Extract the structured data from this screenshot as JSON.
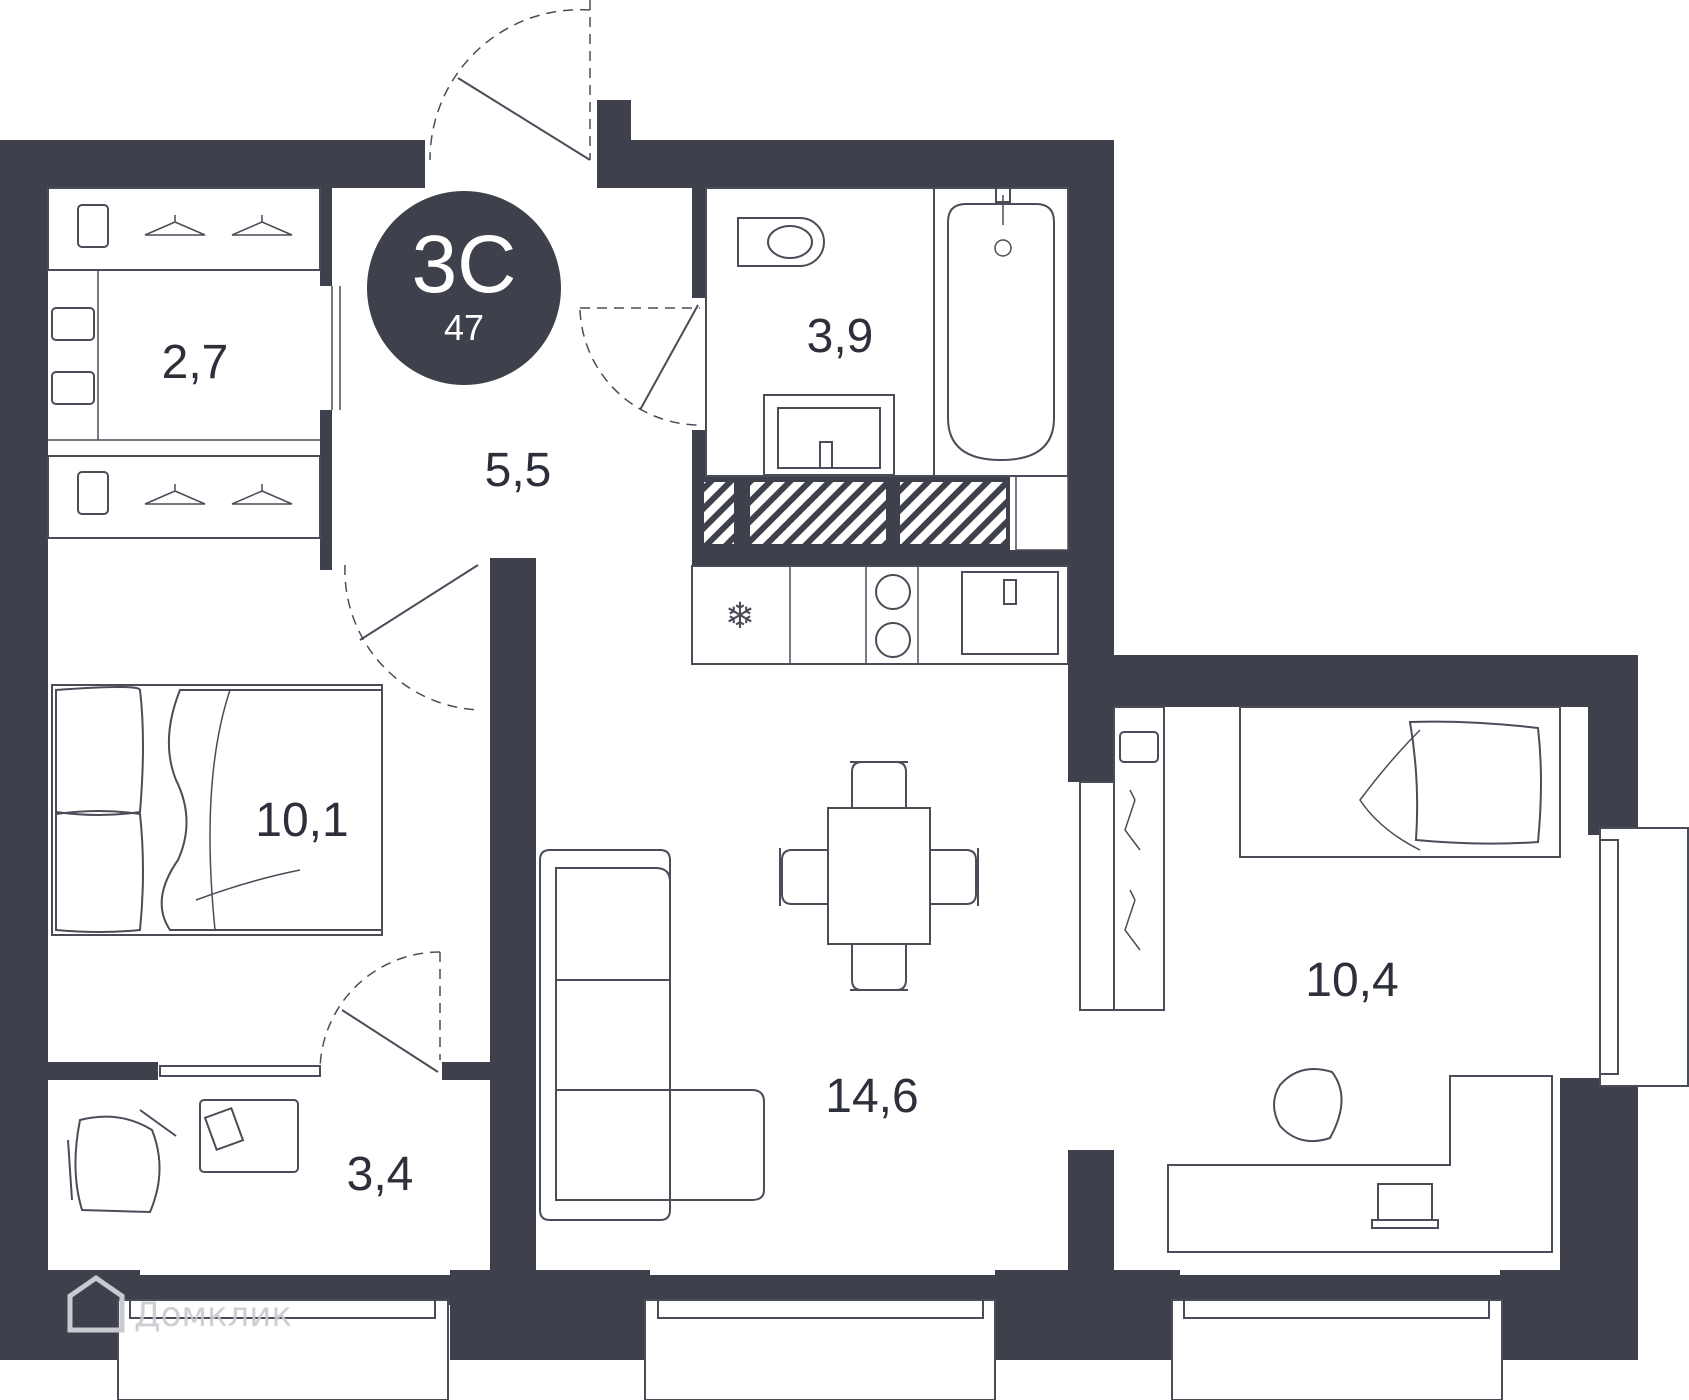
{
  "badge": {
    "code": "3С",
    "size": "47"
  },
  "rooms": [
    {
      "id": "storage",
      "area": "2,7"
    },
    {
      "id": "hall",
      "area": "5,5"
    },
    {
      "id": "bathroom",
      "area": "3,9"
    },
    {
      "id": "bedroom",
      "area": "10,1"
    },
    {
      "id": "living-kitchen",
      "area": "14,6"
    },
    {
      "id": "bedroom-2",
      "area": "10,4"
    },
    {
      "id": "study",
      "area": "3,4"
    }
  ],
  "watermark": "Домклик",
  "colors": {
    "wall": "#3e404c",
    "badge": "#3e404c",
    "text": "#2d2f3a"
  }
}
